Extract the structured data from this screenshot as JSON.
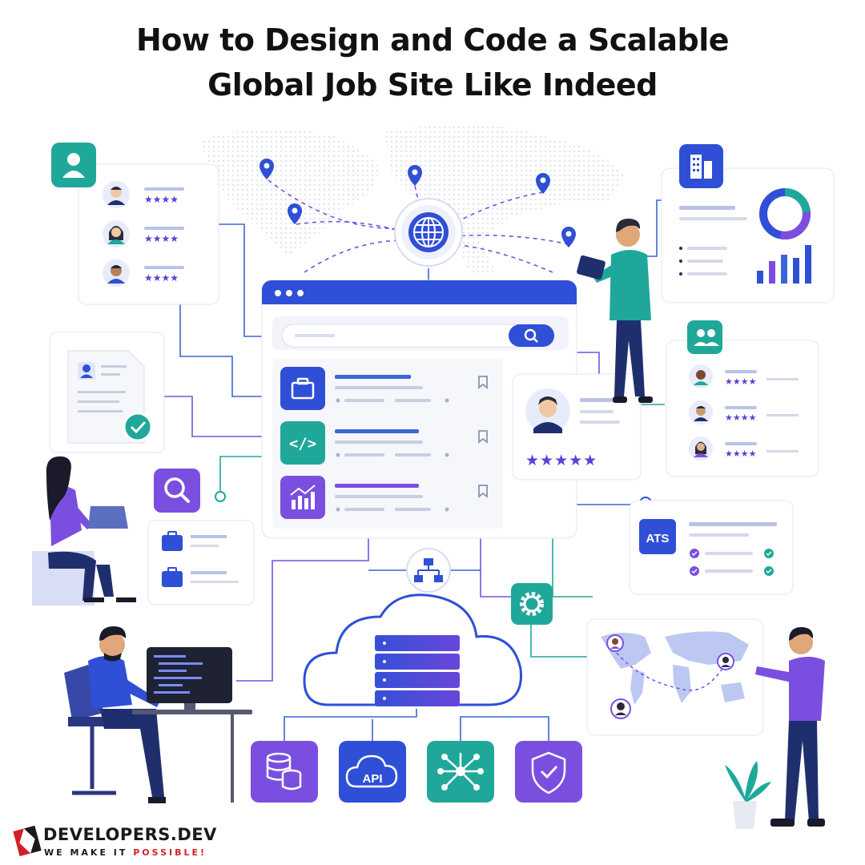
{
  "title": {
    "line1": "How to Design and Code a Scalable",
    "line2": "Global Job Site Like Indeed"
  },
  "ats_card": {
    "badge": "ATS"
  },
  "cloud": {
    "services": [
      {
        "icon": "database-icon"
      },
      {
        "icon": "api-cloud-icon",
        "label": "API"
      },
      {
        "icon": "network-nodes-icon"
      },
      {
        "icon": "shield-check-icon"
      }
    ]
  },
  "brand": {
    "name": "DEVELOPERS.DEV",
    "tagline_a": "WE MAKE IT ",
    "tagline_b": "POSSIBLE!"
  },
  "colors": {
    "primary_blue": "#2f4fd6",
    "purple": "#7a4fe0",
    "teal": "#1fa89a",
    "star": "#5a3fd8",
    "brand_red": "#d21f26"
  }
}
